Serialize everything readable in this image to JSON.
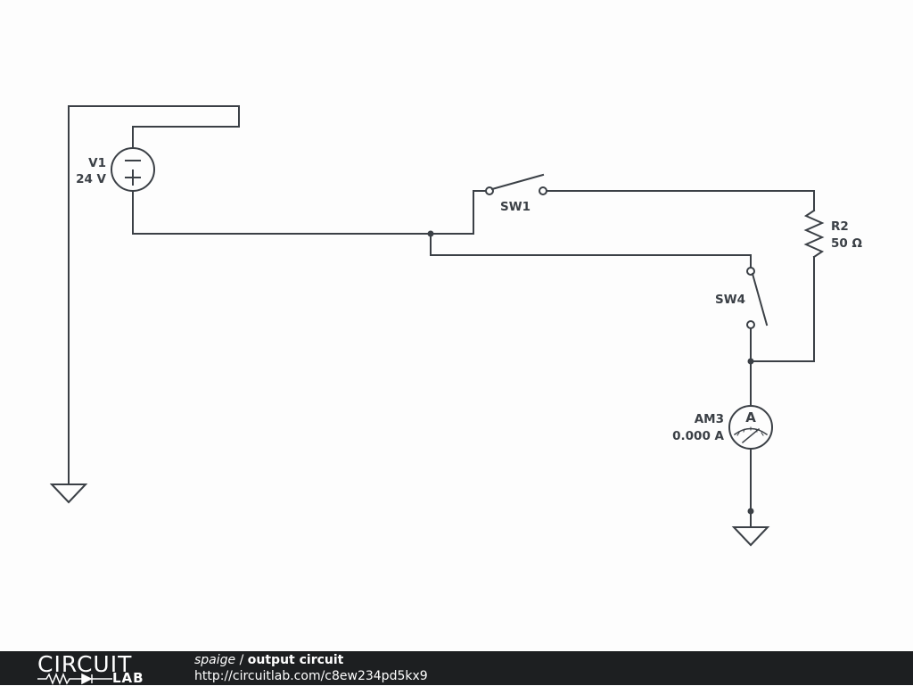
{
  "colors": {
    "wire": "#3b4046",
    "footer_bg": "#1d1f21",
    "footer_text": "#ffffff"
  },
  "components": {
    "v1": {
      "name": "V1",
      "value": "24 V"
    },
    "sw1": {
      "name": "SW1"
    },
    "r2": {
      "name": "R2",
      "value": "50 Ω"
    },
    "sw4": {
      "name": "SW4"
    },
    "am3": {
      "name": "AM3",
      "value": "0.000 A",
      "symbol": "A"
    }
  },
  "footer": {
    "logo_top": "CIRCUIT",
    "logo_bottom": "LAB",
    "author": "spaige",
    "separator": " / ",
    "title": "output circuit",
    "url": "http://circuitlab.com/c8ew234pd5kx9"
  }
}
